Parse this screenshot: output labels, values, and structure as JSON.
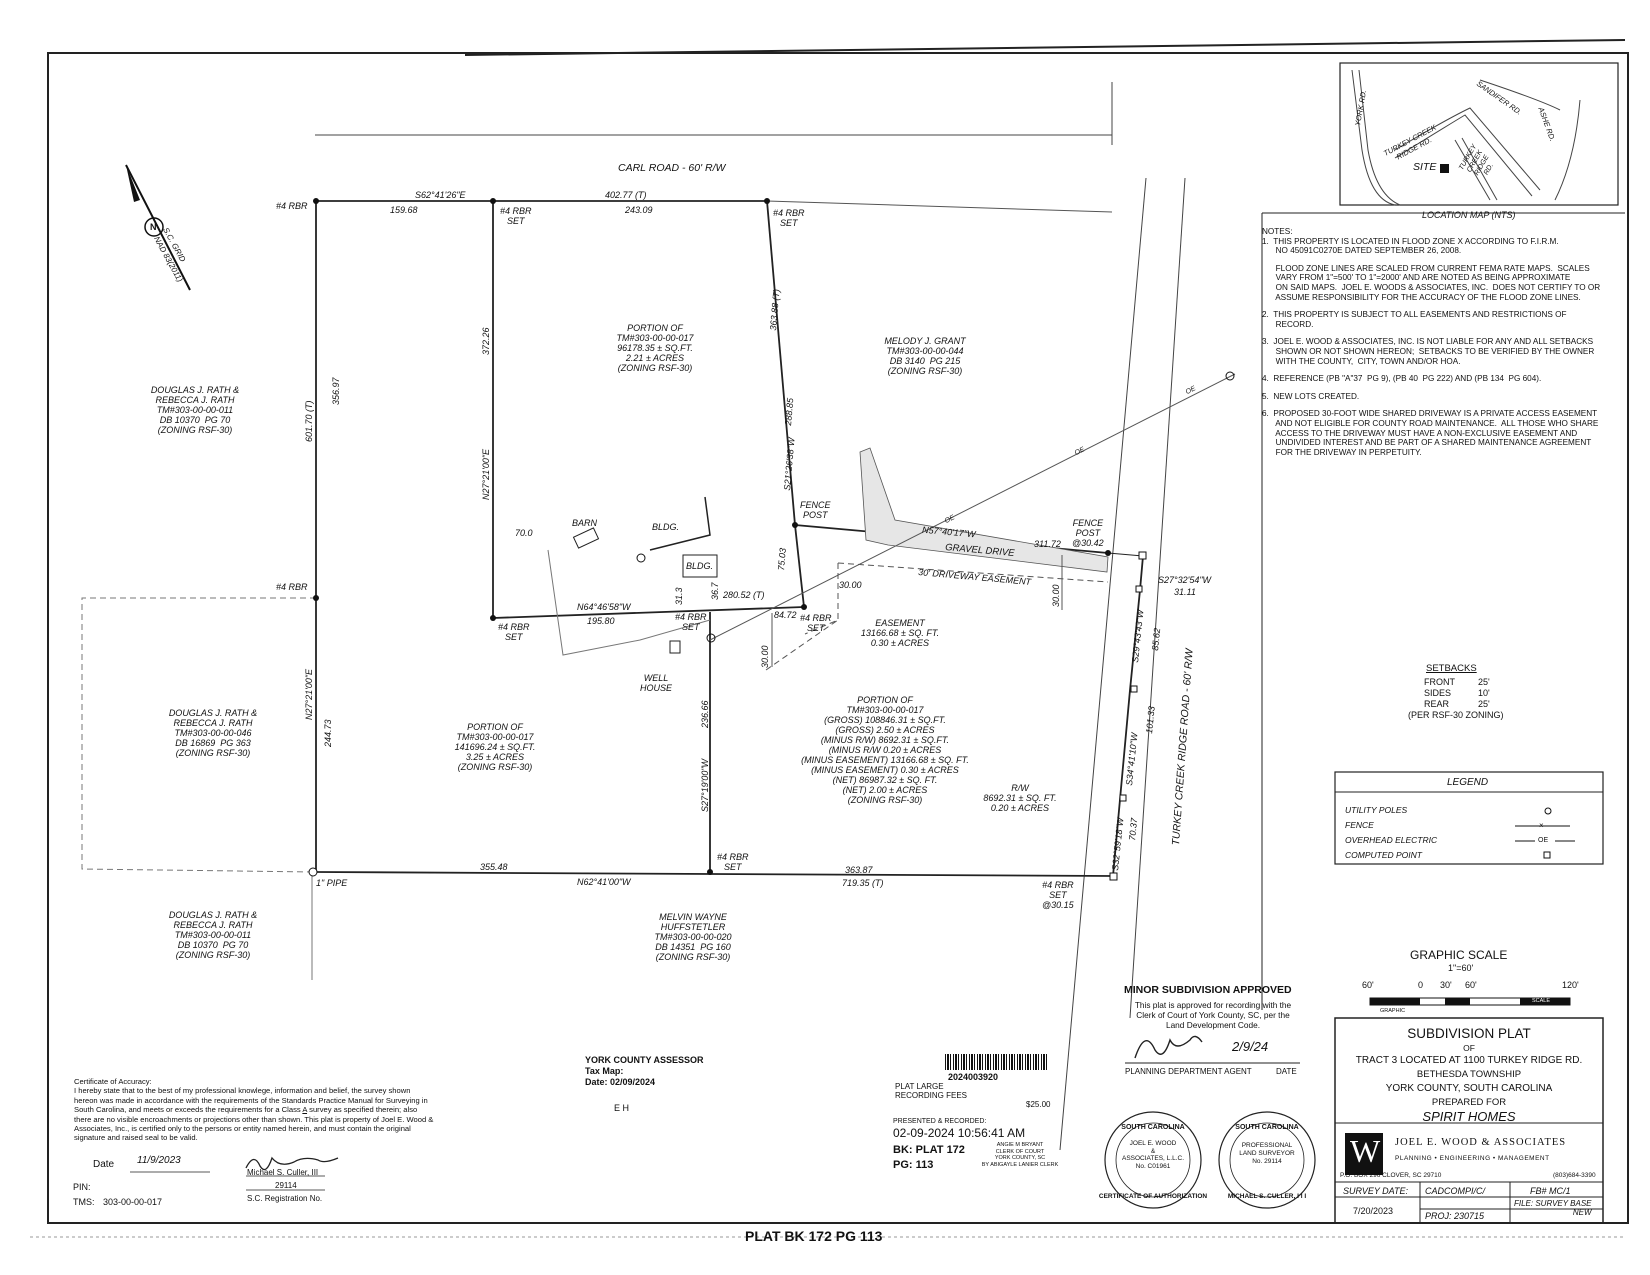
{
  "roads": {
    "carl_road": "CARL ROAD - 60' R/W",
    "turkey_creek": "TURKEY CREEK RIDGE ROAD - 60' R/W"
  },
  "north": {
    "grid": "S.C. GRID",
    "datum": "NAD 83(2011)",
    "arrow_letter": "N"
  },
  "bearings": {
    "top_bearing": "S62°41'26\"E",
    "top_total": "402.77 (T)",
    "top_seg1": "159.68",
    "top_seg2": "243.09",
    "west_upper": "356.97",
    "west_total": "601.70 (T)",
    "west_lower": "244.73",
    "west_bearing": "N27°21'00\"E",
    "inner_vertical": "372.26",
    "inner_bearing": "N27°21'00\"E",
    "east_line_t": "363.88 (T)",
    "east_seg": "288.85",
    "east_bearing": "S21°26'38\"W",
    "east_seg2": "75.03",
    "fence_bearing": "N57°40'17\"W",
    "fence_dist": "311.72",
    "mid_bearing": "N64°46'58\"W",
    "mid_dist": "195.80",
    "mid_total": "280.52 (T)",
    "mid_seg": "84.72",
    "dim_70": "70.0",
    "dim_313": "31.3",
    "dim_367": "36.7",
    "south_vertical": "236.66",
    "south_bearing": "S27°19'00\"W",
    "bottom_seg1": "355.48",
    "bottom_bearing": "N62°41'00\"W",
    "bottom_seg2": "363.87",
    "bottom_total": "719.35 (T)",
    "road_b1": "S27°32'54\"W",
    "road_d1": "31.11",
    "road_b2": "S29°43'43\"W",
    "road_d2": "85.62",
    "road_b3": "S34°41'10\"W",
    "road_d3": "101.33",
    "road_b4": "S32°59'18\"W",
    "road_d4": "70.37",
    "ease_30a": "30.00",
    "ease_30b": "30.00",
    "ease_30c": "30.00"
  },
  "monuments": {
    "rbr_nw": "#4 RBR",
    "rbr_set_top1": "#4 RBR\nSET",
    "rbr_set_top2": "#4 RBR\nSET",
    "rbr_west": "#4 RBR",
    "rbr_set_mid1": "#4 RBR\nSET",
    "rbr_set_mid2": "#4 RBR\nSET",
    "rbr_set_mid3": "#4 RBR\nSET",
    "rbr_set_bottom": "#4 RBR\nSET",
    "rbr_set_se": "#4 RBR\nSET\n@30.15",
    "pipe": "1\" PIPE",
    "fence_post1": "FENCE\nPOST",
    "fence_post2": "FENCE\nPOST\n@30.42"
  },
  "features": {
    "barn": "BARN",
    "bldg1": "BLDG.",
    "bldg2": "BLDG.",
    "well_house": "WELL\nHOUSE",
    "gravel_drive": "GRAVEL DRIVE",
    "driveway_easement": "30' DRIVEWAY EASEMENT",
    "oe": "OE"
  },
  "parcels": {
    "north_tract": "PORTION OF\nTM#303-00-00-017\n96178.35 ± SQ.FT.\n2.21 ± ACRES\n(ZONING RSF-30)",
    "grant": "MELODY J. GRANT\nTM#303-00-00-044\nDB 3140  PG 215\n(ZONING RSF-30)",
    "rath1": "DOUGLAS J. RATH &\nREBECCA J. RATH\nTM#303-00-00-011\nDB 10370  PG 70\n(ZONING RSF-30)",
    "rath2": "DOUGLAS J. RATH &\nREBECCA J. RATH\nTM#303-00-00-046\nDB 16869  PG 363\n(ZONING RSF-30)",
    "rath3": "DOUGLAS J. RATH &\nREBECCA J. RATH\nTM#303-00-00-011\nDB 10370  PG 70\n(ZONING RSF-30)",
    "sw_tract": "PORTION OF\nTM#303-00-00-017\n141696.24 ± SQ.FT.\n3.25 ± ACRES\n(ZONING RSF-30)",
    "se_tract": "PORTION OF\nTM#303-00-00-017\n(GROSS) 108846.31 ± SQ.FT.\n(GROSS) 2.50 ± ACRES\n(MINUS R/W) 8692.31 ± SQ.FT.\n(MINUS R/W 0.20 ± ACRES\n(MINUS EASEMENT) 13166.68 ± SQ. FT.\n(MINUS EASEMENT) 0.30 ± ACRES\n(NET) 86987.32 ± SQ. FT.\n(NET) 2.00 ± ACRES\n(ZONING RSF-30)",
    "easement": "EASEMENT\n13166.68 ± SQ. FT.\n0.30 ± ACRES",
    "rw": "R/W\n8692.31 ± SQ. FT.\n0.20 ± ACRES",
    "huffstetler": "MELVIN WAYNE\nHUFFSTETLER\nTM#303-00-00-020\nDB 14351  PG 160\n(ZONING RSF-30)"
  },
  "location_map": {
    "caption": "LOCATION MAP (NTS)",
    "york": "YORK RD.",
    "sandifer": "SANDIFER RD.",
    "ashe": "ASHE RD.",
    "turkey1": "TURKEY CREEK\nRIDGE RD.",
    "turkey2": "TURKEY\nCREEK\nRIDGE\nRD.",
    "site": "SITE"
  },
  "notes": {
    "heading": "NOTES:",
    "items": [
      "1.  THIS PROPERTY IS LOCATED IN FLOOD ZONE X ACCORDING TO F.I.R.M.\n      NO 45091C0270E DATED SEPTEMBER 26, 2008.",
      "      FLOOD ZONE LINES ARE SCALED FROM CURRENT FEMA RATE MAPS.  SCALES\n      VARY FROM 1\"=500' TO 1\"=2000' AND ARE NOTED AS BEING APPROXIMATE\n      ON SAID MAPS.  JOEL E. WOODS & ASSOCIATES, INC.  DOES NOT CERTIFY TO OR\n      ASSUME RESPONSIBILITY FOR THE ACCURACY OF THE FLOOD ZONE LINES.",
      "2.  THIS PROPERTY IS SUBJECT TO ALL EASEMENTS AND RESTRICTIONS OF\n      RECORD.",
      "3.  JOEL E. WOOD & ASSOCIATES, INC. IS NOT LIABLE FOR ANY AND ALL SETBACKS\n      SHOWN OR NOT SHOWN HEREON;  SETBACKS TO BE VERIFIED BY THE OWNER\n      WITH THE COUNTY,  CITY, TOWN AND/OR HOA.",
      "4.  REFERENCE (PB \"A\"37  PG 9), (PB 40  PG 222) AND (PB 134  PG 604).",
      "5.  NEW LOTS CREATED.",
      "6.  PROPOSED 30-FOOT WIDE SHARED DRIVEWAY IS A PRIVATE ACCESS EASEMENT\n      AND NOT ELIGIBLE FOR COUNTY ROAD MAINTENANCE.  ALL THOSE WHO SHARE\n      ACCESS TO THE DRIVEWAY MUST HAVE A NON-EXCLUSIVE EASEMENT AND\n      UNDIVIDED INTEREST AND BE PART OF A SHARED MAINTENANCE AGREEMENT\n      FOR THE DRIVEWAY IN PERPETUITY."
    ]
  },
  "setbacks": {
    "heading": "SETBACKS",
    "rows": [
      {
        "label": "FRONT",
        "value": "25'"
      },
      {
        "label": "SIDES",
        "value": "10'"
      },
      {
        "label": "REAR",
        "value": "25'"
      }
    ],
    "note": "(PER RSF-30 ZONING)"
  },
  "legend": {
    "heading": "LEGEND",
    "rows": [
      "UTILITY POLES",
      "FENCE",
      "OVERHEAD ELECTRIC",
      "COMPUTED POINT"
    ],
    "oe": "OE"
  },
  "scale": {
    "heading": "GRAPHIC SCALE",
    "ratio": "1\"=60'",
    "ticks": [
      "60'",
      "0",
      "30'",
      "60'",
      "120'"
    ],
    "graphic": "GRAPHIC",
    "scale_word": "SCALE"
  },
  "approval": {
    "heading": "MINOR SUBDIVISION APPROVED",
    "text": "This plat is approved for recording with the\nClerk of Court of York County, SC, per the\nLand Development Code.",
    "date_signed": "2/9/24",
    "agent": "PLANNING DEPARTMENT AGENT",
    "date_label": "DATE"
  },
  "title_block": {
    "title": "SUBDIVISION PLAT",
    "of": "OF",
    "tract": "TRACT 3 LOCATED AT 1100 TURKEY RIDGE RD.",
    "township": "BETHESDA TOWNSHIP",
    "county": "YORK COUNTY, SOUTH CAROLINA",
    "prepared": "PREPARED FOR",
    "client": "SPIRIT HOMES",
    "logo_letter": "W",
    "firm": "JOEL E. WOOD & ASSOCIATES",
    "firm_sub": "PLANNING • ENGINEERING • MANAGEMENT",
    "address": "P.O. BOX 296 CLOVER, SC 29710",
    "phone": "(803)684-3390",
    "survey_date_label": "SURVEY DATE:",
    "survey_date": "7/20/2023",
    "cad": "CADCOMPI/C/",
    "proj": "PROJ: 230715",
    "fb": "FB#  MC/1",
    "file": "FILE: SURVEY BASE\nNEW"
  },
  "seals": {
    "cert_top": "SOUTH CAROLINA",
    "cert_firm": "JOEL E. WOOD\n&\nASSOCIATES, L.L.C.\nNo. C01961",
    "cert_bottom": "CERTIFICATE OF AUTHORIZATION",
    "pls_top": "SOUTH CAROLINA",
    "pls_mid": "PROFESSIONAL\nLAND SURVEYOR\nNo. 29114",
    "pls_bottom": "MICHAEL S. CULLER, I I I"
  },
  "recording": {
    "assessor": "YORK COUNTY ASSESSOR",
    "tax_map": "Tax Map:",
    "date": "Date: 02/09/2024",
    "initials": "E H",
    "barcode_no": "2024003920",
    "plat_large": "PLAT LARGE\nRECORDING FEES",
    "fee": "$25.00",
    "presented": "PRESENTED & RECORDED:",
    "timestamp": "02-09-2024 10:56:41 AM",
    "bk": "BK: PLAT 172",
    "pg": "PG: 113",
    "clerk": "ANGIE M BRYANT\nCLERK OF COURT\nYORK COUNTY, SC\nBY ABIGAYLE LANIER CLERK"
  },
  "certificate": {
    "heading": "Certificate of Accuracy:",
    "body": "I hereby state that to the best of my professional knowlege, information and belief, the survey shown hereon was made in accordance with the requirements of the Standards Practice Manual for Surveying in South Carolina, and meets or exceeds the requirements for a Class",
    "class_letter": "A",
    "body2": "survey as specified therein; also there are no visible encroachments or projections other than shown.  This plat is property of Joel E. Wood & Associates, Inc., is certified only to the persons or entity named herein, and must contain the original signature and raised seal to be valid.",
    "date_label": "Date",
    "date": "11/9/2023",
    "surveyor": "Michael S. Culler, III",
    "reg_no": "29114",
    "reg_label": "S.C. Registration No.",
    "pin_label": "PIN:",
    "tms_label": "TMS:",
    "tms": "303-00-00-017"
  },
  "footer": "PLAT BK 172 PG 113"
}
